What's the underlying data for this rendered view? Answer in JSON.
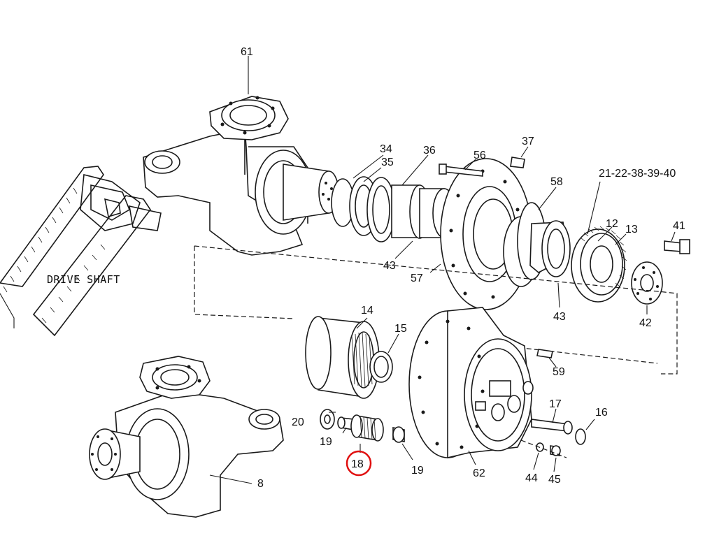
{
  "diagram": {
    "title": "",
    "highlight_color": "#e01010",
    "highlighted_label": "18",
    "drive_shaft_label": "DRIVE SHAFT",
    "labels": {
      "l61": "61",
      "l34": "34",
      "l35": "35",
      "l36": "36",
      "l56": "56",
      "l37": "37",
      "l58": "58",
      "l21": "21-22-38-39-40",
      "l12": "12",
      "l13": "13",
      "l41": "41",
      "l43a": "43",
      "l57": "57",
      "l43b": "43",
      "l42": "42",
      "l14": "14",
      "l15": "15",
      "l59": "59",
      "l17": "17",
      "l16": "16",
      "l20": "20",
      "l19a": "19",
      "l18": "18",
      "l19b": "19",
      "l62": "62",
      "l44": "44",
      "l45": "45",
      "l8": "8"
    }
  }
}
